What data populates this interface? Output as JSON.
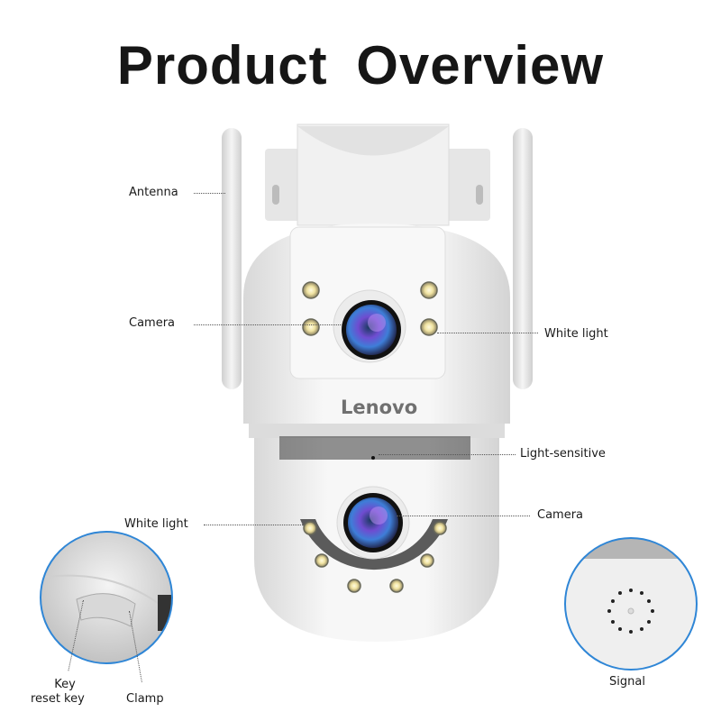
{
  "title": "Product Overview",
  "brand": "Lenovo",
  "colors": {
    "body": "#f2f2f2",
    "shadow": "#c9c9c9",
    "lens_core": "#3a2a8a",
    "lens_highlight": "#9b6ee8",
    "led_ring": "#5a5a5a",
    "led": "#f6ecb0",
    "callout_border": "#2f86d6"
  },
  "labels": {
    "antenna": "Antenna",
    "camera_top": "Camera",
    "white_light_top": "White light",
    "light_sensitive": "Light-sensitive",
    "camera_bottom": "Camera",
    "white_light_bottom": "White light",
    "key": "Key",
    "reset_key": "reset key",
    "clamp": "Clamp",
    "signal": "Signal"
  }
}
